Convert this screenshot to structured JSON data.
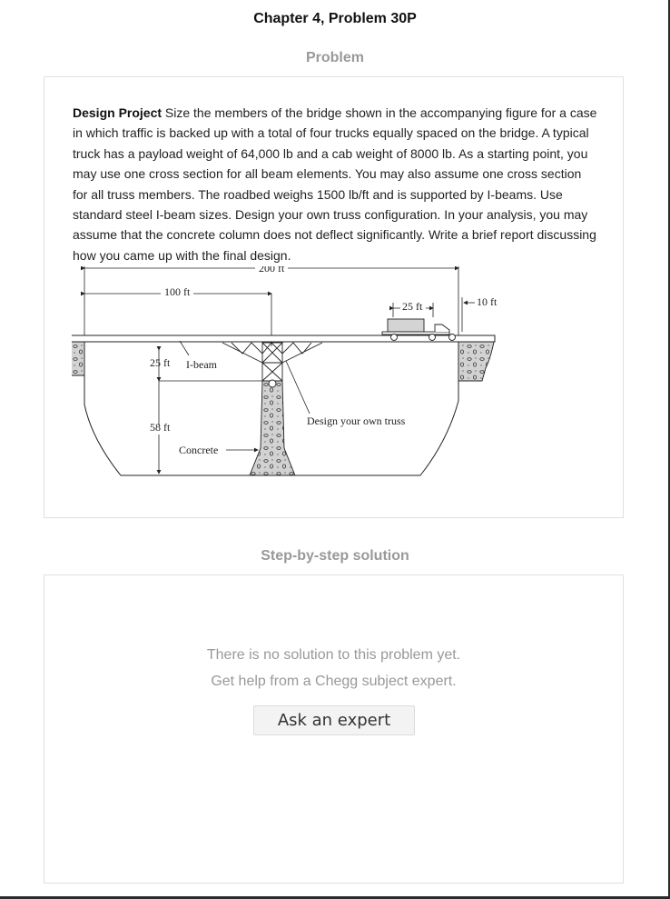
{
  "header": {
    "title": "Chapter 4, Problem 30P"
  },
  "problem": {
    "heading": "Problem",
    "lead": "Design Project",
    "body": " Size the members of the bridge shown in the accompanying figure for a case in which traffic is backed up with a total of four trucks equally spaced on the bridge. A typical truck has a payload weight of 64,000 lb and a cab weight of 8000 lb. As a starting point, you may use one cross section for all beam elements. You may also assume one cross section for all truss members. The roadbed weighs 1500 lb/ft and is supported by I-beams. Use standard steel I-beam sizes. Design your own truss configuration. In your analysis, you may assume that the concrete column does not deflect significantly. Write a brief report discussing how you came up with the final design.",
    "figure": {
      "dim_total": "200 ft",
      "dim_half": "100 ft",
      "dim_truck": "25 ft",
      "dim_end": "10 ft",
      "dim_truss_depth": "25 ft",
      "dim_column": "58 ft",
      "label_ibeam": "I-beam",
      "label_concrete": "Concrete",
      "label_truss": "Design your own truss"
    }
  },
  "solution": {
    "heading": "Step-by-step solution",
    "message_line1": "There is no solution to this problem yet.",
    "message_line2": "Get help from a Chegg subject expert.",
    "button_label": "Ask an expert"
  }
}
